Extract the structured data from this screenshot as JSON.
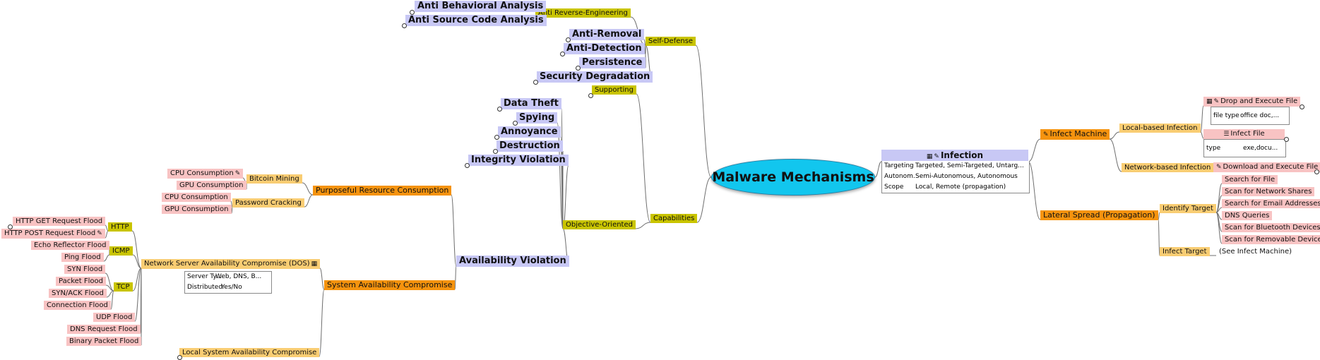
{
  "diagram": {
    "root": "Malware Mechanisms",
    "self_defense": {
      "label": "Self-Defense",
      "anti_reverse": "Anti Reverse-Engineering",
      "anti_behavioral": "Anti Behavioral Analysis",
      "anti_source": "Anti Source Code Analysis",
      "anti_removal": "Anti-Removal",
      "anti_detection": "Anti-Detection",
      "persistence": "Persistence",
      "security_degradation": "Security Degradation",
      "supporting": "Supporting"
    },
    "capabilities": {
      "label": "Capabilities",
      "objective": "Objective-Oriented",
      "data_theft": "Data Theft",
      "spying": "Spying",
      "annoyance": "Annoyance",
      "destruction": "Destruction",
      "integrity": "Integrity Violation",
      "availability": "Availability Violation",
      "purposeful": "Purposeful Resource Consumption",
      "bitcoin": "Bitcoin Mining",
      "bitcoin_cpu": "CPU Consumption",
      "bitcoin_gpu": "GPU Consumption",
      "password": "Password Cracking",
      "password_cpu": "CPU Consumption",
      "password_gpu": "GPU Consumption",
      "system_availability": "System Availability Compromise",
      "network_server": "Network Server Availability Compromise (DOS)",
      "ns_attrs": [
        {
          "k": "Server Ty...",
          "v": "Web, DNS, B..."
        },
        {
          "k": "Distributed",
          "v": "Yes/No"
        }
      ],
      "local_system": "Local System Availability Compromise",
      "http": "HTTP",
      "http_get": "HTTP GET Request Flood",
      "http_post": "HTTP POST Request Flood",
      "icmp": "ICMP",
      "echo": "Echo Reflector Flood",
      "ping": "Ping Flood",
      "tcp": "TCP",
      "syn": "SYN Flood",
      "packet": "Packet Flood",
      "synack": "SYN/ACK Flood",
      "connection": "Connection Flood",
      "udp": "UDP Flood",
      "dns_req": "DNS Request Flood",
      "binary": "Binary Packet Flood"
    },
    "infection": {
      "label": "Infection",
      "attrs": [
        {
          "k": "Targeting",
          "v": "Targeted, Semi-Targeted, Untarg..."
        },
        {
          "k": "Autonom...",
          "v": "Semi-Autonomous, Autonomous"
        },
        {
          "k": "Scope",
          "v": "Local, Remote (propagation)"
        }
      ],
      "infect_machine": "Infect Machine",
      "local_based": "Local-based Infection",
      "drop_execute": "Drop and Execute File",
      "drop_attrs": [
        {
          "k": "file type",
          "v": "office doc,..."
        }
      ],
      "infect_file": "Infect File",
      "infect_file_attrs": [
        {
          "k": "type",
          "v": "exe,docu..."
        }
      ],
      "network_based": "Network-based Infection",
      "download_execute": "Download and Execute File",
      "lateral": "Lateral Spread (Propagation)",
      "identify_target": "Identify Target",
      "search_file": "Search for File",
      "scan_shares": "Scan for Network Shares",
      "search_email": "Search for Email Addresses",
      "dns_queries": "DNS Queries",
      "scan_bluetooth": "Scan for Bluetooth Devices",
      "scan_removable": "Scan for Removable Devices",
      "infect_target": "Infect Target",
      "see_infect": "(See Infect Machine)"
    }
  },
  "colors": {
    "olive": "#c9c400",
    "orange": "#f5930e",
    "peach": "#f9cd73",
    "pink": "#f8c3c3",
    "lavender": "#c8c8f5",
    "root": "#12c6ee"
  }
}
